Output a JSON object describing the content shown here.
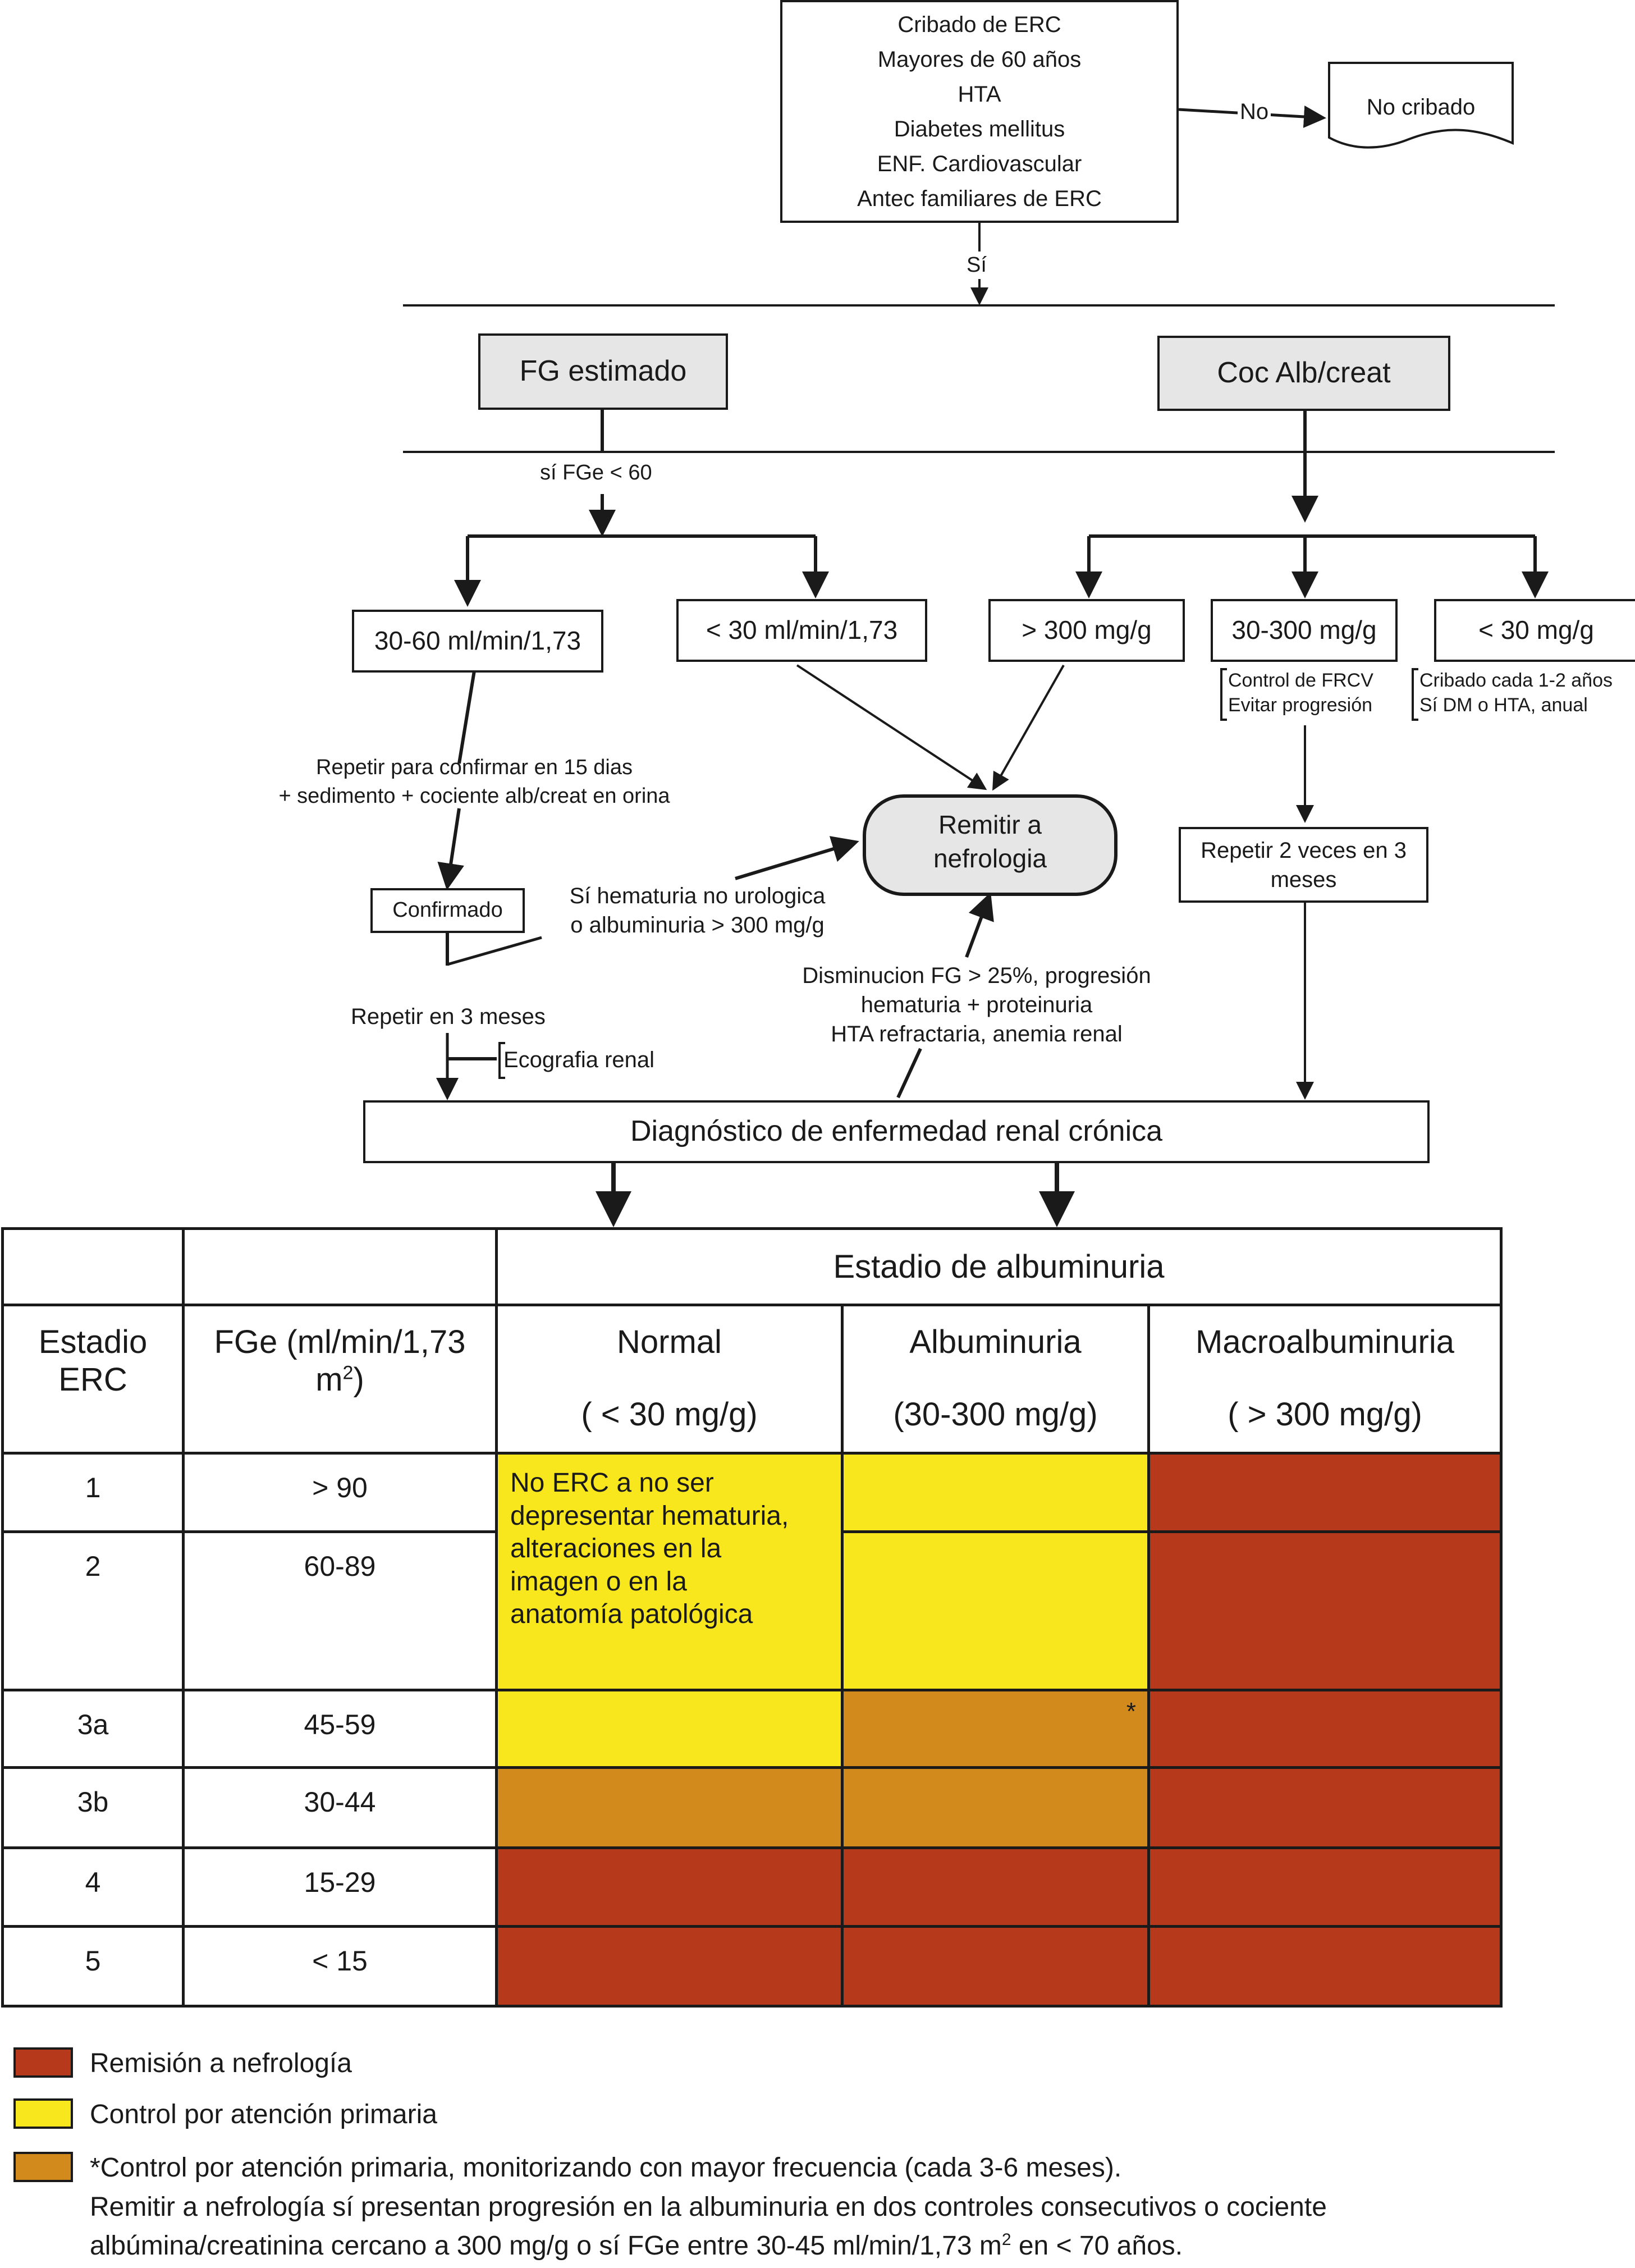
{
  "flow": {
    "screening": [
      "Cribado de ERC",
      "Mayores de 60 años",
      "HTA",
      "Diabetes mellitus",
      "ENF. Cardiovascular",
      "Antec familiares de ERC"
    ],
    "no_label": "No",
    "no_screening": "No cribado",
    "yes_label": "Sí",
    "fg_estimated": "FG estimado",
    "alb_creat": "Coc Alb/creat",
    "fge_condition": "sí FGe < 60",
    "fg_30_60": "30-60 ml/min/1,73",
    "fg_lt_30": "< 30 ml/min/1,73",
    "alb_gt_300": "> 300 mg/g",
    "alb_30_300": "30-300 mg/g",
    "alb_lt_30": "< 30 mg/g",
    "note_30_300": [
      "Control de FRCV",
      "Evitar progresión"
    ],
    "note_lt_30": [
      "Cribado cada 1-2 años",
      "Sí DM o HTA, anual"
    ],
    "repeat_confirm": [
      "Repetir para confirmar en 15 dias",
      "+ sedimento + cociente alb/creat en orina"
    ],
    "refer": [
      "Remitir a",
      "nefrologia"
    ],
    "confirmed": "Confirmado",
    "hematuria_note": [
      "Sí hematuria no urologica",
      "o albuminuria > 300 mg/g"
    ],
    "repeat_twice": [
      "Repetir 2 veces en 3",
      "meses"
    ],
    "repeat_3_months": "Repetir en 3 meses",
    "ultrasound": "Ecografia renal",
    "decline_note": [
      "Disminucion FG > 25%, progresión",
      "hematuria + proteinuria",
      "HTA refractaria, anemia renal"
    ],
    "diagnosis": "Diagnóstico de enfermedad renal crónica"
  },
  "table": {
    "header_span": "Estadio de albuminuria",
    "col_stage": [
      "Estadio",
      "ERC"
    ],
    "col_fge": "FGe (ml/min/1,73",
    "col_fge_unit": "m",
    "col_fge_sup": "2",
    "col_fge_close": ")",
    "columns": [
      {
        "name": "Normal",
        "range": "( < 30 mg/g)"
      },
      {
        "name": "Albuminuria",
        "range": "(30-300 mg/g)"
      },
      {
        "name": "Macroalbuminuria",
        "range": "( >  300 mg/g)"
      }
    ],
    "rows": [
      {
        "stage": "1",
        "fge": "> 90"
      },
      {
        "stage": "2",
        "fge": "60-89"
      },
      {
        "stage": "3a",
        "fge": "45-59"
      },
      {
        "stage": "3b",
        "fge": "30-44"
      },
      {
        "stage": "4",
        "fge": "15-29"
      },
      {
        "stage": "5",
        "fge": "< 15"
      }
    ],
    "normal_note": [
      "No ERC a no ser",
      "depresentar hematuria,",
      "alteraciones en la",
      "imagen o en la",
      "anatomía patológica"
    ],
    "asterisk": "*"
  },
  "legend": {
    "red": "Remisión a nefrología",
    "yellow": "Control por atención primaria",
    "orange_lines": [
      "*Control por atención primaria, monitorizando con mayor frecuencia (cada 3-6 meses).",
      "Remitir a nefrología sí presentan progresión en la albuminuria en dos controles consecutivos o cociente"
    ],
    "orange_line3_prefix": "albúmina/creatinina cercano a 300 mg/g  o sí FGe entre 30-45 ml/min/1,73 m",
    "orange_line3_sup": "2",
    "orange_line3_suffix": " en < 70 años."
  },
  "colors": {
    "red": "#b7391c",
    "yellow": "#f8e71c",
    "orange": "#d28a1c",
    "gray": "#e6e6e6"
  }
}
